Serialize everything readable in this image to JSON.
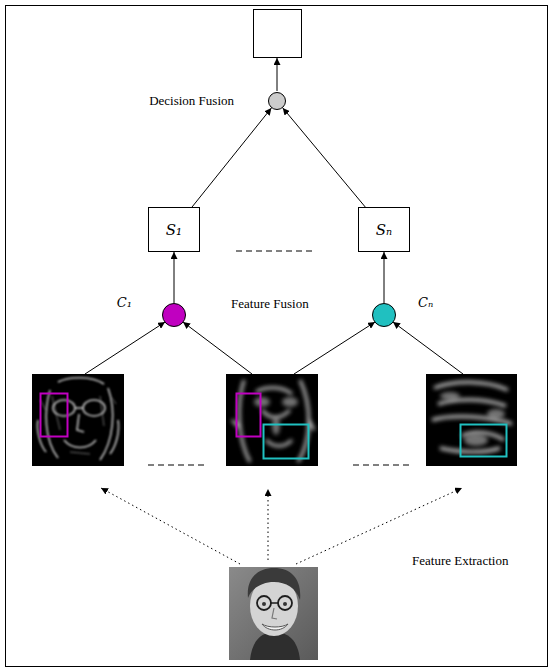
{
  "diagram": {
    "nodes": [
      {
        "text": [
          "Decision Fusion"
        ]
      },
      {
        "text": [
          "S₁"
        ]
      },
      {
        "text": [
          "Sₙ"
        ]
      },
      {
        "text": [
          "C₁"
        ]
      },
      {
        "text": [
          "Cₙ"
        ]
      }
    ],
    "edges": [
      {
        "from": 3,
        "to": 1,
        "arrow": "to"
      },
      {
        "from": 4,
        "to": 2,
        "arrow": "to"
      },
      {
        "from": 1,
        "to": 0,
        "arrow": "to"
      },
      {
        "from": 2,
        "to": 0,
        "arrow": "to"
      }
    ],
    "labels": [
      "Feature Fusion",
      "Feature Extraction"
    ]
  }
}
